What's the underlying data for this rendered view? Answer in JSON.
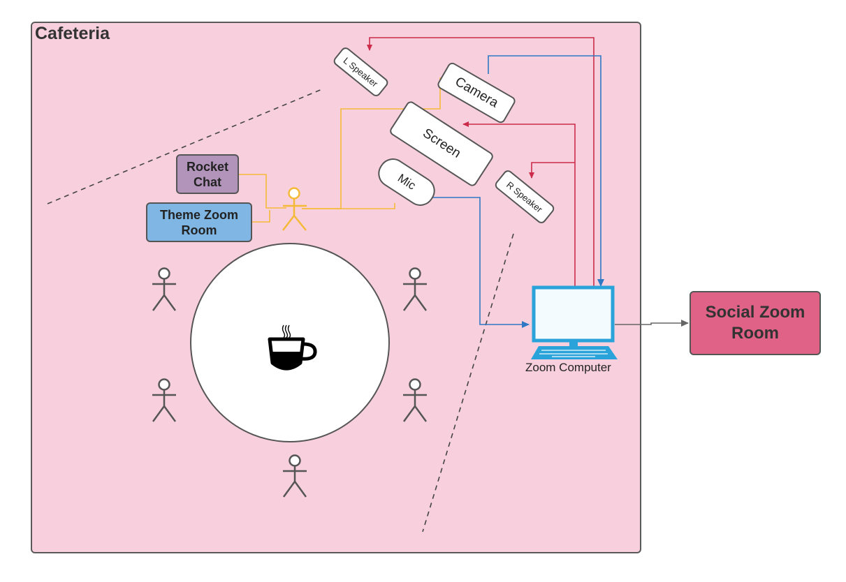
{
  "room": {
    "title": "Cafeteria",
    "background": "#f8d0dd"
  },
  "boxes": {
    "rocket_chat": {
      "label": "Rocket\nChat",
      "color": "#b294bb"
    },
    "theme_zoom_room": {
      "label": "Theme Zoom\nRoom",
      "color": "#7fb6e3"
    },
    "social_zoom_room": {
      "label": "Social Zoom\nRoom",
      "color": "#e06287"
    }
  },
  "devices": {
    "l_speaker": "L Speaker",
    "camera": "Camera",
    "screen": "Screen",
    "mic": "Mic",
    "r_speaker": "R Speaker"
  },
  "computer": {
    "label": "Zoom Computer",
    "color": "#29a3d9"
  },
  "icons": {
    "table_item": "coffee-cup-icon",
    "person": "stick-figure-icon",
    "computer": "laptop-icon"
  },
  "connection_colors": {
    "audio_video_out": "#cc2b4a",
    "input": "#2f78c4",
    "person_link": "#f5b938",
    "output": "#666666"
  }
}
